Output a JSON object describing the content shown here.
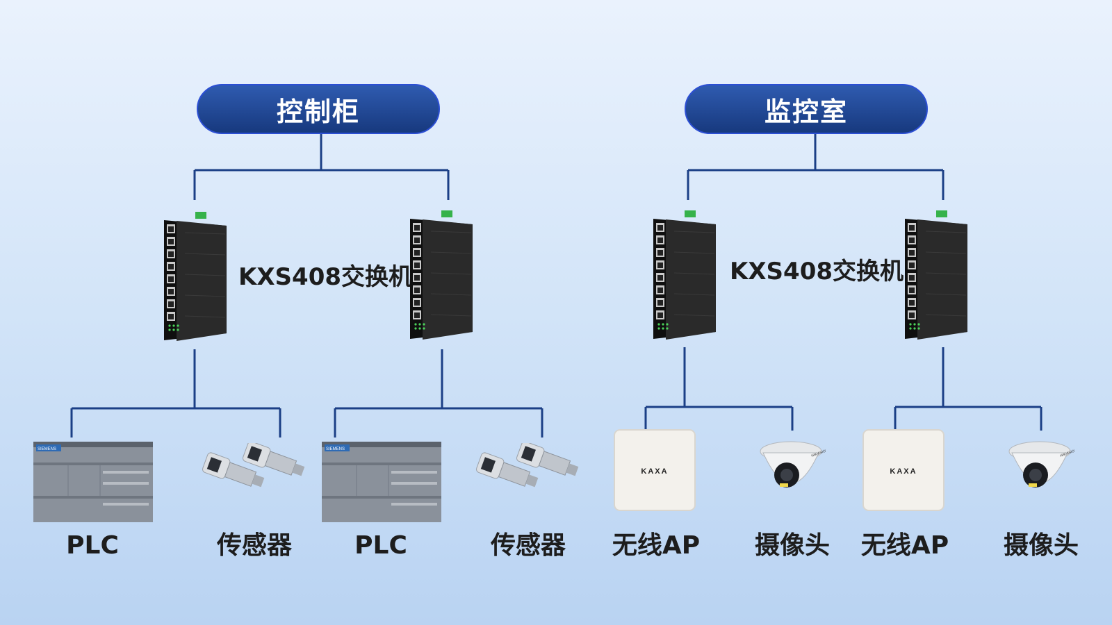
{
  "groups": [
    {
      "title": "控制柜",
      "switch_label": "KXS408交换机",
      "devices": [
        "PLC",
        "传感器",
        "PLC",
        "传感器"
      ]
    },
    {
      "title": "监控室",
      "switch_label": "KXS408交换机",
      "devices": [
        "无线AP",
        "摄像头",
        "无线AP",
        "摄像头"
      ]
    }
  ],
  "device_text": {
    "ap_brand": "KAXA",
    "camera_brand": "HIKVISION",
    "plc_brand": "SIEMENS"
  },
  "colors": {
    "line": "#1b3f86",
    "pill_top": "#2f5bb0",
    "pill_bottom": "#17397e",
    "label": "#1d1d1d"
  }
}
